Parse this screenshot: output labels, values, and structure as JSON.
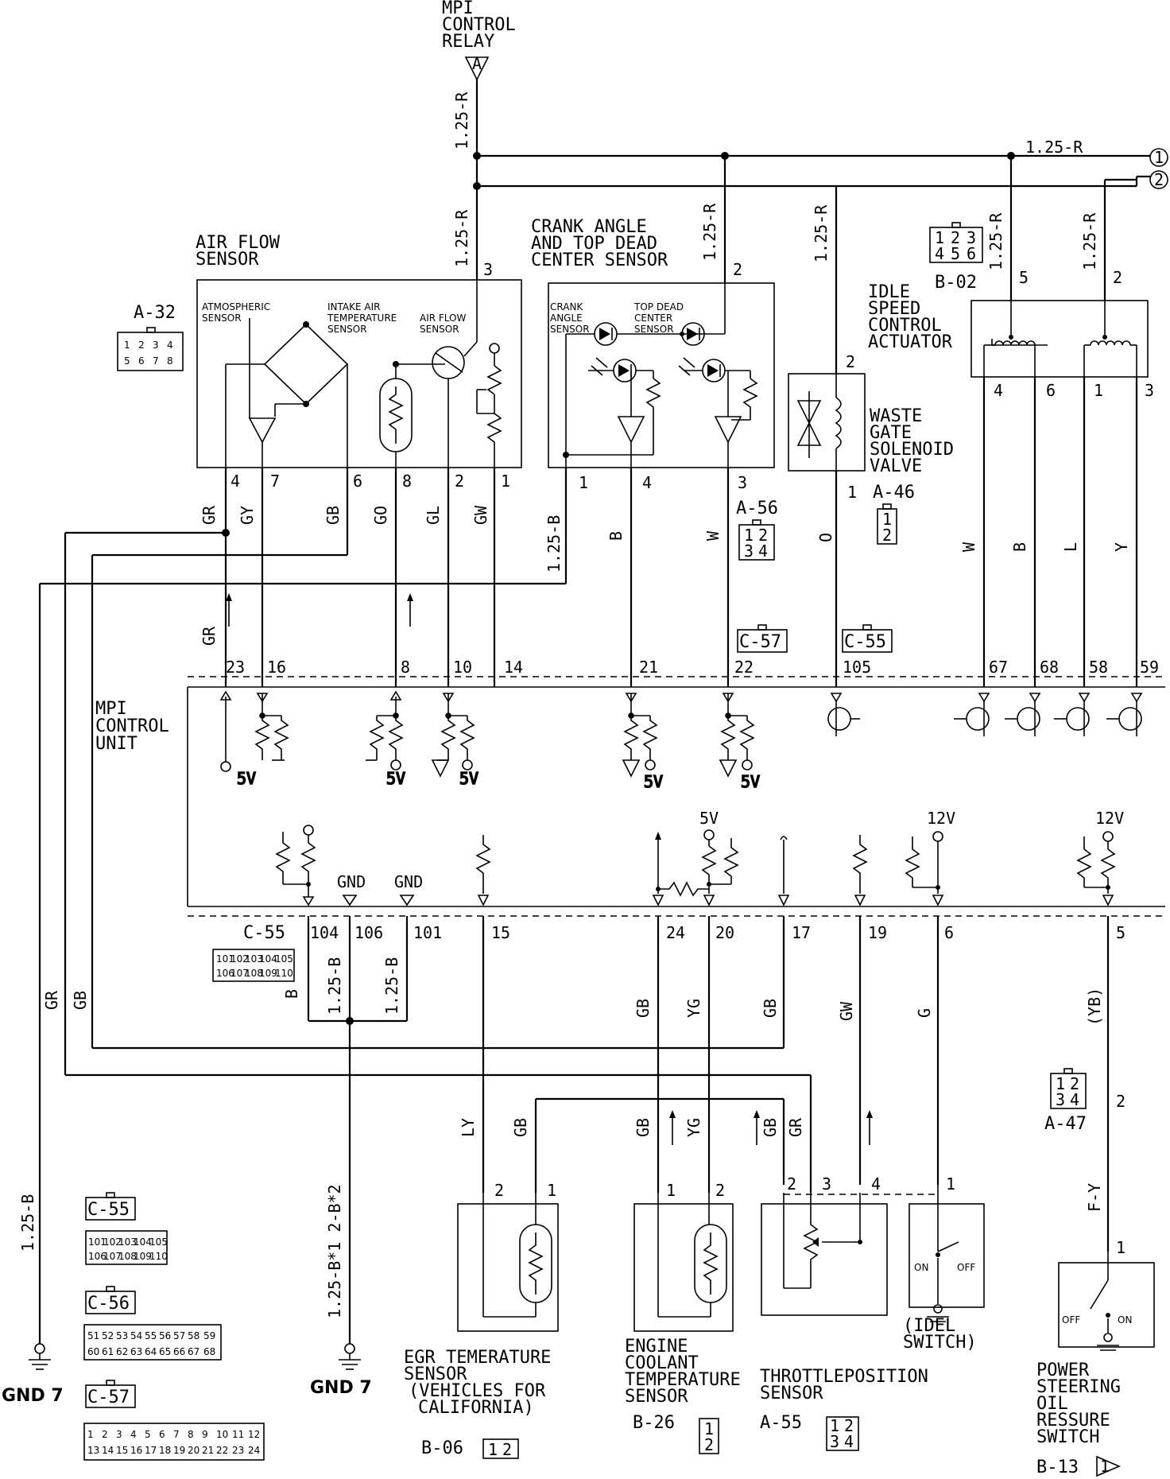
{
  "top_relay": {
    "title": [
      "MPI",
      "CONTROL",
      "RELAY"
    ],
    "marker": "A",
    "wire_main": "1.25-R"
  },
  "bus_wires": {
    "r1": "1.25-R",
    "t1": "1",
    "t2": "2"
  },
  "branch_wires": {
    "afs_supply": "1.25-R",
    "cas_supply": "1.25-R",
    "wg_supply": "1.25-R",
    "isc_pin5": "1.25-R",
    "isc_pin2": "1.25-R"
  },
  "air_flow_sensor": {
    "title": [
      "AIR FLOW",
      "SENSOR"
    ],
    "connector": "A-32",
    "atmospheric": [
      "ATMOSPHERIC",
      "SENSOR"
    ],
    "intake_air": [
      "INTAKE AIR",
      "TEMPERATURE",
      "SENSOR"
    ],
    "airflow": [
      "AIR FLOW",
      "SENSOR"
    ],
    "pin_top": "3",
    "pins": [
      "4",
      "7",
      "6",
      "8",
      "2",
      "1"
    ],
    "wires": [
      "GR",
      "GY",
      "GB",
      "GO",
      "GL",
      "GW"
    ],
    "conn_pins": [
      "1",
      "2",
      "3",
      "4",
      "5",
      "6",
      "7",
      "8"
    ]
  },
  "crank_sensor": {
    "title": [
      "CRANK ANGLE",
      "AND TOP DEAD",
      "CENTER SENSOR"
    ],
    "crank": [
      "CRANK",
      "ANGLE",
      "SENSOR"
    ],
    "tdc": [
      "TOP DEAD",
      "CENTER",
      "SENSOR"
    ],
    "pin_top": "2",
    "pins": [
      "1",
      "4",
      "3"
    ],
    "wires": [
      "1.25-B",
      "B",
      "W"
    ],
    "connector": "A-56",
    "conn_pins": [
      "1",
      "2",
      "3",
      "4"
    ]
  },
  "waste_gate": {
    "title": [
      "WASTE",
      "GATE",
      "SOLENOID",
      "VALVE"
    ],
    "pin_top": "2",
    "pin_bottom": "1",
    "connector": "A-46",
    "wire": "O",
    "conn_pins": [
      "1",
      "2"
    ]
  },
  "idle_speed": {
    "title": [
      "IDLE",
      "SPEED",
      "CONTROL",
      "ACTUATOR"
    ],
    "connector": "B-02",
    "top_pins": [
      "5",
      "2"
    ],
    "pins": [
      "4",
      "6",
      "1",
      "3"
    ],
    "wires": [
      "W",
      "B",
      "L",
      "Y"
    ],
    "conn_pins": [
      "1",
      "2",
      "3",
      "4",
      "5",
      "6"
    ]
  },
  "ecu": {
    "title": [
      "MPI",
      "CONTROL",
      "UNIT"
    ],
    "top_pins": [
      "23",
      "16",
      "8",
      "10",
      "14",
      "21",
      "22",
      "105",
      "67",
      "68",
      "58",
      "59"
    ],
    "connectors_top": [
      "C-57",
      "C-55"
    ],
    "volts_5": "5V",
    "volts_12": "12V",
    "gnd": "GND",
    "bottom_pins": [
      "104",
      "106",
      "101",
      "15",
      "24",
      "20",
      "17",
      "19",
      "6",
      "5"
    ],
    "bottom_connector": "C-55",
    "left_wire_gr": "GR"
  },
  "ground_left": {
    "wire_gr": "GR",
    "wire_gb": "GB",
    "wire_b": "1.25-B",
    "label": "GND 7"
  },
  "ground_mid": {
    "wire_b": "B",
    "wire_b1": "1.25-B",
    "wire_b2": "1.25-B",
    "wire_down": "1.25-B*1  2-B*2",
    "label": "GND 7"
  },
  "lower_wires": [
    "LY",
    "GB",
    "GB",
    "YG",
    "GB",
    "GR",
    "GB",
    "YG",
    "GB",
    "GW",
    "G",
    "(YB)",
    "F-Y"
  ],
  "egr_sensor": {
    "title": [
      "EGR TEMERATURE",
      "SENSOR",
      "(VEHICLES FOR",
      "CALIFORNIA)"
    ],
    "pins": [
      "2",
      "1"
    ],
    "connector": "B-06",
    "conn_pins": [
      "1",
      "2"
    ]
  },
  "coolant_sensor": {
    "title": [
      "ENGINE",
      "COOLANT",
      "TEMPERATURE",
      "SENSOR"
    ],
    "pins": [
      "1",
      "2"
    ],
    "connector": "B-26",
    "conn_pins": [
      "1",
      "2"
    ]
  },
  "throttle_sensor": {
    "title": [
      "THROTTLEPOSITION",
      "SENSOR"
    ],
    "pins": [
      "2",
      "3",
      "4"
    ],
    "connector": "A-55",
    "conn_pins": [
      "1",
      "2",
      "3",
      "4"
    ]
  },
  "idle_switch": {
    "title": [
      "(IDEL",
      "SWITCH)"
    ],
    "pin": "1",
    "on": "ON",
    "off": "OFF"
  },
  "ps_switch": {
    "title": [
      "POWER",
      "STEERING",
      "OIL",
      "RESSURE",
      "SWITCH"
    ],
    "pin_top": "2",
    "pin": "1",
    "connector_top": "A-47",
    "connector": "B-13",
    "marker": "1",
    "on": "ON",
    "off": "OFF",
    "conn_pins": [
      "1",
      "2",
      "3",
      "4"
    ]
  },
  "legend": {
    "c55": "C-55",
    "c56": "C-56",
    "c57": "C-57",
    "c55_pins": [
      "101",
      "102",
      "103",
      "104",
      "105",
      "106",
      "107",
      "108",
      "109",
      "110"
    ],
    "c56_pins": [
      "51",
      "52",
      "53",
      "54",
      "55",
      "56",
      "57",
      "58",
      "59",
      "60",
      "61",
      "62",
      "63",
      "64",
      "65",
      "66",
      "67",
      "68"
    ],
    "c57_pins": [
      "1",
      "2",
      "3",
      "4",
      "5",
      "6",
      "7",
      "8",
      "9",
      "10",
      "11",
      "12",
      "13",
      "14",
      "15",
      "16",
      "17",
      "18",
      "19",
      "20",
      "21",
      "22",
      "23",
      "24"
    ]
  }
}
